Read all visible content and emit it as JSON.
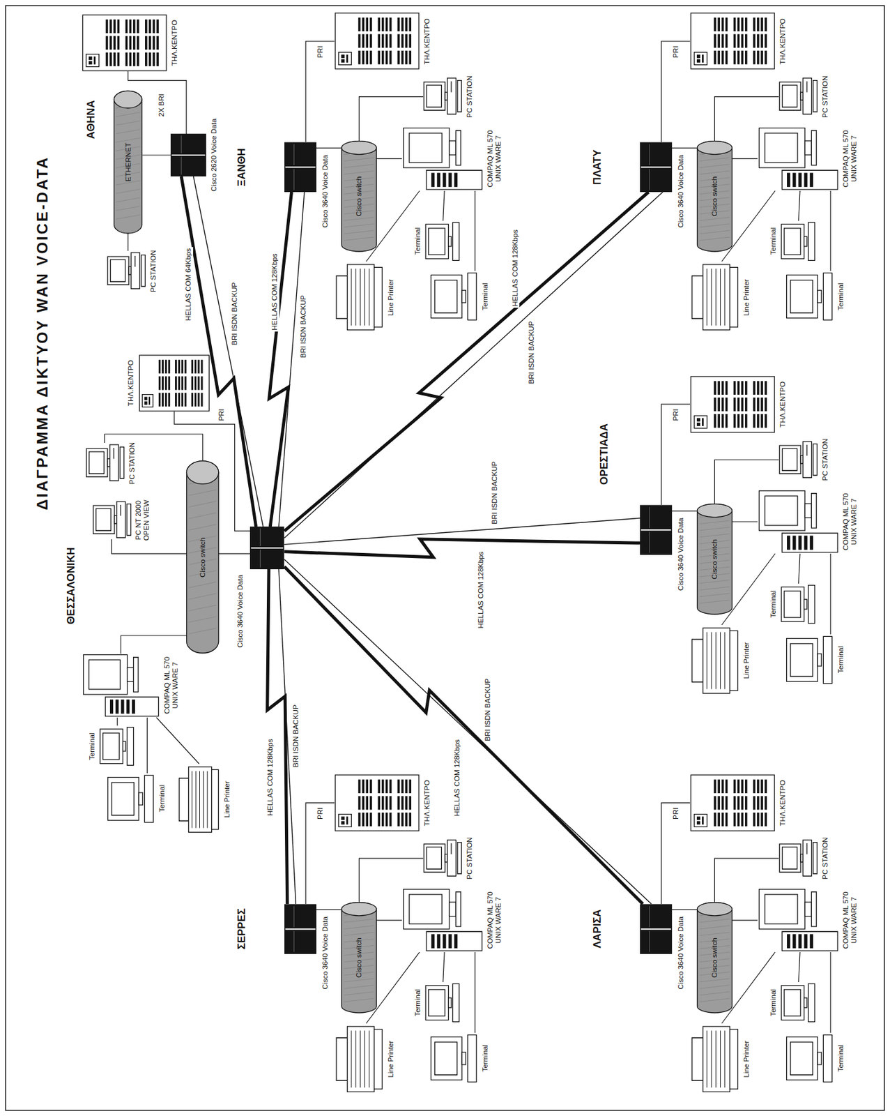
{
  "diagram": {
    "title": "ΔΙΑΓΡΑΜΜΑ ΔΙΚΤΥΟΥ WAN VOICE-DATA",
    "nodes": [
      {
        "text": [
          "ΤΗΛ.ΚΕΝΤΡΟ"
        ]
      },
      {
        "text": [
          "ETHERNET"
        ]
      },
      {
        "text": [
          "Cisco 2620 Voice Data"
        ]
      },
      {
        "text": [
          "PC STATION"
        ]
      },
      {
        "text": [
          "PC STATION"
        ]
      },
      {
        "text": [
          "PC NT 2000 OPEN VIEW"
        ]
      },
      {
        "text": [
          "COMPAQ ML 570 UNIX WARE 7"
        ]
      },
      {
        "text": [
          "Terminal"
        ]
      },
      {
        "text": [
          "Terminal"
        ]
      },
      {
        "text": [
          "Line Printer"
        ]
      },
      {
        "text": [
          "Cisco switch"
        ]
      },
      {
        "text": [
          "Cisco 3640 Voice Data"
        ]
      },
      {
        "text": [
          "ΤΗΛ.ΚΕΝΤΡΟ"
        ]
      },
      {
        "text": [
          "ΤΗΛ.ΚΕΝΤΡΟ"
        ]
      },
      {
        "text": [
          "Cisco 3640 Voice Data"
        ]
      },
      {
        "text": [
          "Cisco switch"
        ]
      },
      {
        "text": [
          "PC STATION"
        ]
      },
      {
        "text": [
          "COMPAQ ML 570 UNIX WARE 7"
        ]
      },
      {
        "text": [
          "Line Printer"
        ]
      },
      {
        "text": [
          "Terminal"
        ]
      },
      {
        "text": [
          "Terminal"
        ]
      },
      {
        "text": [
          "ΤΗΛ.ΚΕΝΤΡΟ"
        ]
      },
      {
        "text": [
          "Cisco 3640 Voice Data"
        ]
      },
      {
        "text": [
          "Cisco switch"
        ]
      },
      {
        "text": [
          "PC STATION"
        ]
      },
      {
        "text": [
          "COMPAQ ML 570 UNIX WARE 7"
        ]
      },
      {
        "text": [
          "Line Printer"
        ]
      },
      {
        "text": [
          "Terminal"
        ]
      },
      {
        "text": [
          "Terminal"
        ]
      },
      {
        "text": [
          "ΤΗΛ.ΚΕΝΤΡΟ"
        ]
      },
      {
        "text": [
          "Cisco 3640 Voice Data"
        ]
      },
      {
        "text": [
          "Cisco switch"
        ]
      },
      {
        "text": [
          "PC STATION"
        ]
      },
      {
        "text": [
          "COMPAQ ML 570 UNIX WARE 7"
        ]
      },
      {
        "text": [
          "Line Printer"
        ]
      },
      {
        "text": [
          "Terminal"
        ]
      },
      {
        "text": [
          "Terminal"
        ]
      },
      {
        "text": [
          "ΤΗΛ.ΚΕΝΤΡΟ"
        ]
      },
      {
        "text": [
          "Cisco 3640 Voice Data"
        ]
      },
      {
        "text": [
          "Cisco switch"
        ]
      },
      {
        "text": [
          "PC STATION"
        ]
      },
      {
        "text": [
          "COMPAQ ML 570 UNIX WARE 7"
        ]
      },
      {
        "text": [
          "Line Printer"
        ]
      },
      {
        "text": [
          "Terminal"
        ]
      },
      {
        "text": [
          "Terminal"
        ]
      },
      {
        "text": [
          "ΤΗΛ.ΚΕΝΤΡΟ"
        ]
      },
      {
        "text": [
          "Cisco 3640 Voice Data"
        ]
      },
      {
        "text": [
          "Cisco switch"
        ]
      },
      {
        "text": [
          "PC STATION"
        ]
      },
      {
        "text": [
          "COMPAQ ML 570 UNIX WARE 7"
        ]
      },
      {
        "text": [
          "Line Printer"
        ]
      },
      {
        "text": [
          "Terminal"
        ]
      },
      {
        "text": [
          "Terminal"
        ]
      }
    ],
    "edges": [
      {
        "from": 2,
        "to": 0,
        "arrow": "none",
        "label": "2X BRI"
      },
      {
        "from": 1,
        "to": 2,
        "arrow": "none"
      },
      {
        "from": 1,
        "to": 3,
        "arrow": "none"
      },
      {
        "from": 11,
        "to": 12,
        "arrow": "none",
        "label": "PRI"
      },
      {
        "from": 11,
        "to": 10,
        "arrow": "none"
      },
      {
        "from": 10,
        "to": 6,
        "arrow": "none"
      },
      {
        "from": 10,
        "to": 5,
        "arrow": "none"
      },
      {
        "from": 10,
        "to": 4,
        "arrow": "none"
      },
      {
        "from": 6,
        "to": 7,
        "arrow": "none"
      },
      {
        "from": 6,
        "to": 8,
        "arrow": "none"
      },
      {
        "from": 6,
        "to": 9,
        "arrow": "none"
      },
      {
        "from": 11,
        "to": 2,
        "arrow": "none",
        "label": "HELLAS COM 64Kbps"
      },
      {
        "from": 11,
        "to": 2,
        "arrow": "none",
        "label": "BRI ISDN BACKUP"
      },
      {
        "from": 11,
        "to": 14,
        "arrow": "none",
        "label": "HELLAS COM 128Kbps"
      },
      {
        "from": 11,
        "to": 14,
        "arrow": "none",
        "label": "BRI ISDN BACKUP"
      },
      {
        "from": 14,
        "to": 13,
        "arrow": "none",
        "label": "PRI"
      },
      {
        "from": 14,
        "to": 15,
        "arrow": "none"
      },
      {
        "from": 15,
        "to": 16,
        "arrow": "none"
      },
      {
        "from": 15,
        "to": 17,
        "arrow": "none"
      },
      {
        "from": 17,
        "to": 18,
        "arrow": "none"
      },
      {
        "from": 17,
        "to": 19,
        "arrow": "none"
      },
      {
        "from": 17,
        "to": 20,
        "arrow": "none"
      },
      {
        "from": 11,
        "to": 22,
        "arrow": "none",
        "label": "HELLAS COM 128Kbps"
      },
      {
        "from": 11,
        "to": 22,
        "arrow": "none",
        "label": "BRI ISDN BACKUP"
      },
      {
        "from": 22,
        "to": 21,
        "arrow": "none",
        "label": "PRI"
      },
      {
        "from": 22,
        "to": 23,
        "arrow": "none"
      },
      {
        "from": 23,
        "to": 24,
        "arrow": "none"
      },
      {
        "from": 23,
        "to": 25,
        "arrow": "none"
      },
      {
        "from": 25,
        "to": 26,
        "arrow": "none"
      },
      {
        "from": 25,
        "to": 27,
        "arrow": "none"
      },
      {
        "from": 25,
        "to": 28,
        "arrow": "none"
      },
      {
        "from": 11,
        "to": 30,
        "arrow": "none",
        "label": "HELLAS COM 128Kbps"
      },
      {
        "from": 11,
        "to": 30,
        "arrow": "none",
        "label": "BRI ISDN BACKUP"
      },
      {
        "from": 30,
        "to": 29,
        "arrow": "none",
        "label": "PRI"
      },
      {
        "from": 30,
        "to": 31,
        "arrow": "none"
      },
      {
        "from": 31,
        "to": 32,
        "arrow": "none"
      },
      {
        "from": 31,
        "to": 33,
        "arrow": "none"
      },
      {
        "from": 33,
        "to": 34,
        "arrow": "none"
      },
      {
        "from": 33,
        "to": 35,
        "arrow": "none"
      },
      {
        "from": 33,
        "to": 36,
        "arrow": "none"
      },
      {
        "from": 11,
        "to": 38,
        "arrow": "none",
        "label": "HELLAS COM 128Kbps"
      },
      {
        "from": 11,
        "to": 38,
        "arrow": "none",
        "label": "BRI ISDN BACKUP"
      },
      {
        "from": 38,
        "to": 37,
        "arrow": "none",
        "label": "PRI"
      },
      {
        "from": 38,
        "to": 39,
        "arrow": "none"
      },
      {
        "from": 39,
        "to": 40,
        "arrow": "none"
      },
      {
        "from": 39,
        "to": 41,
        "arrow": "none"
      },
      {
        "from": 41,
        "to": 42,
        "arrow": "none"
      },
      {
        "from": 41,
        "to": 43,
        "arrow": "none"
      },
      {
        "from": 41,
        "to": 44,
        "arrow": "none"
      },
      {
        "from": 11,
        "to": 46,
        "arrow": "none",
        "label": "HELLAS COM 128Kbps"
      },
      {
        "from": 11,
        "to": 46,
        "arrow": "none",
        "label": "BRI ISDN BACKUP"
      },
      {
        "from": 46,
        "to": 45,
        "arrow": "none",
        "label": "PRI"
      },
      {
        "from": 46,
        "to": 47,
        "arrow": "none"
      },
      {
        "from": 47,
        "to": 48,
        "arrow": "none"
      },
      {
        "from": 47,
        "to": 49,
        "arrow": "none"
      },
      {
        "from": 49,
        "to": 50,
        "arrow": "none"
      },
      {
        "from": 49,
        "to": 51,
        "arrow": "none"
      },
      {
        "from": 49,
        "to": 52,
        "arrow": "none"
      }
    ],
    "labels": [
      "ΑΘΗΝΑ",
      "ΘΕΣΣΑΛΟΝΙΚΗ",
      "ΞΑΝΘΗ",
      "ΣΕΡΡΕΣ",
      "ΠΛΑΤΥ",
      "ΟΡΕΣΤΙΑΔΑ",
      "ΛΑΡΙΣΑ"
    ]
  }
}
